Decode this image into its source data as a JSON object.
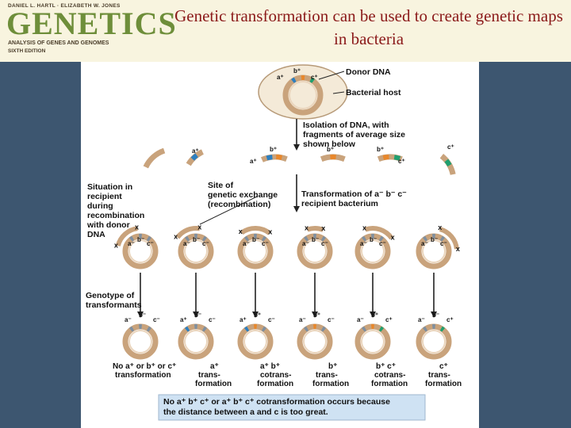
{
  "title": "Genetic transformation can be used to create genetic maps in bacteria",
  "logo": {
    "authors": "DANIEL L. HARTL · ELIZABETH W. JONES",
    "word": "GENETICS",
    "subtitle": "ANALYSIS OF GENES AND GENOMES",
    "edition": "SIXTH EDITION"
  },
  "colors": {
    "chromosome": "#c9a37c",
    "chromosome_inner": "#ead5bd",
    "gene_a": "#2c7fc0",
    "gene_b": "#e8872b",
    "gene_c": "#1f9f6f",
    "side_panel": "#3d5670",
    "note_box": "#cfe2f3"
  },
  "labels": {
    "donor_dna": "Donor DNA",
    "bacterial_host": "Bacterial host",
    "isolation": [
      "Isolation of DNA, with",
      "fragments of average size",
      "shown below"
    ],
    "situation": [
      "Situation in",
      "recipient",
      "during",
      "recombination",
      "with donor",
      "DNA"
    ],
    "site": [
      "Site of",
      "genetic exchange",
      "(recombination)"
    ],
    "transformation_step": [
      "Transformation of a⁻ b⁻ c⁻",
      "recipient bacterium"
    ],
    "genotype": [
      "Genotype of",
      "transformants"
    ]
  },
  "genes": {
    "a_plus": "a⁺",
    "b_plus": "b⁺",
    "c_plus": "c⁺",
    "a_minus": "a⁻",
    "b_minus": "b⁻",
    "c_minus": "c⁻",
    "x_mark": "x"
  },
  "outcomes": [
    {
      "l1": "No a⁺ or b⁺ or c⁺",
      "l2": "transformation",
      "l3": ""
    },
    {
      "l1": "a⁺",
      "l2": "trans-",
      "l3": "formation"
    },
    {
      "l1": "a⁺ b⁺",
      "l2": "cotrans-",
      "l3": "formation"
    },
    {
      "l1": "b⁺",
      "l2": "trans-",
      "l3": "formation"
    },
    {
      "l1": "b⁺ c⁺",
      "l2": "cotrans-",
      "l3": "formation"
    },
    {
      "l1": "c⁺",
      "l2": "trans-",
      "l3": "formation"
    }
  ],
  "note": [
    "No a⁺ b⁺ c⁺ or a⁺ b⁺ c⁺ cotransformation occurs because",
    "the distance between a and c is too great."
  ]
}
